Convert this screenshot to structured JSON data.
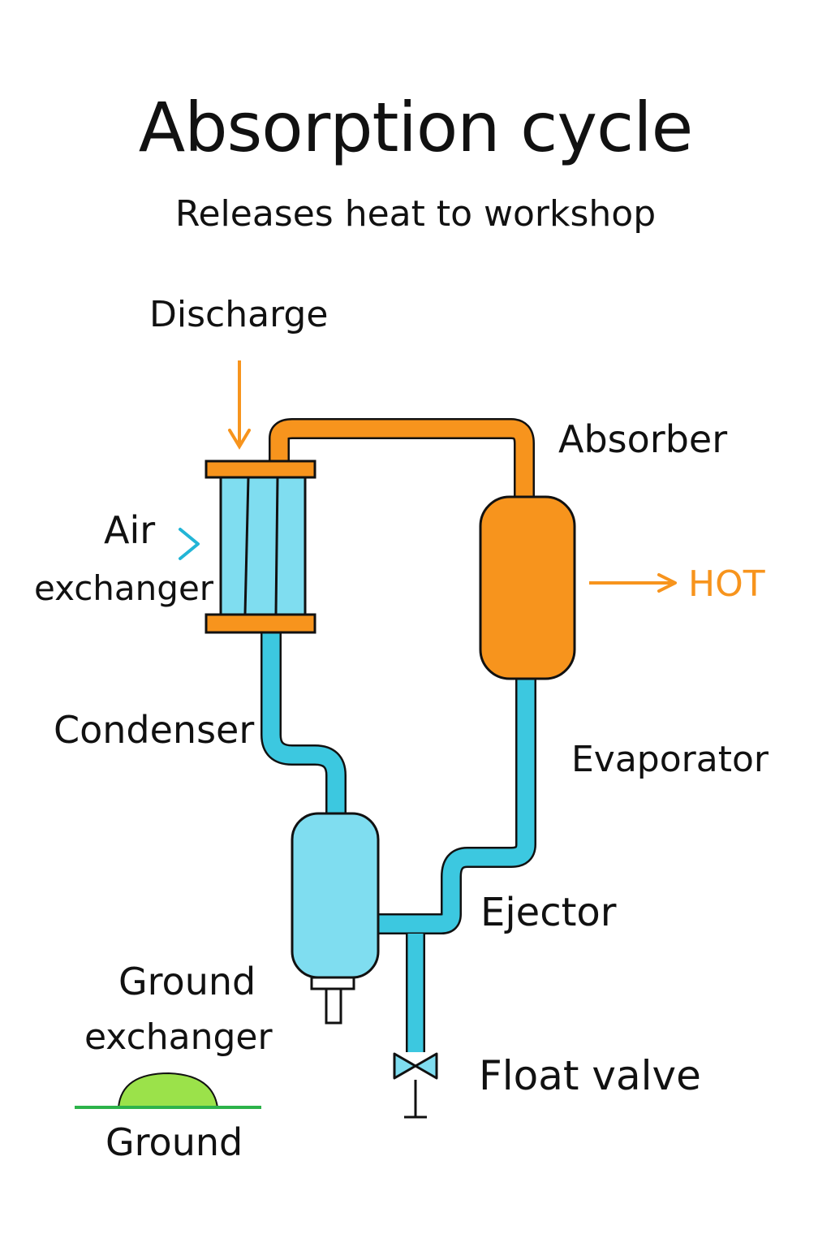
{
  "title": "Absorption cycle",
  "subtitle": "Releases heat to workshop",
  "labels": {
    "discharge": "Discharge",
    "absorber": "Absorber",
    "air_line1": "Air",
    "air_line2": "exchanger",
    "hot": "HOT",
    "condenser": "Condenser",
    "evaporator": "Evaporator",
    "ejector": "Ejector",
    "ground_exchanger_line1": "Ground",
    "ground_exchanger_line2": "exchanger",
    "float_valve": "Float valve",
    "ground": "Ground"
  },
  "colors": {
    "orange": "#F7941D",
    "cyan": "#3CC8E0",
    "light_cyan": "#7FDDF0",
    "outline": "#111111",
    "ground_green": "#9BE24A",
    "ground_line": "#2DB34A"
  }
}
